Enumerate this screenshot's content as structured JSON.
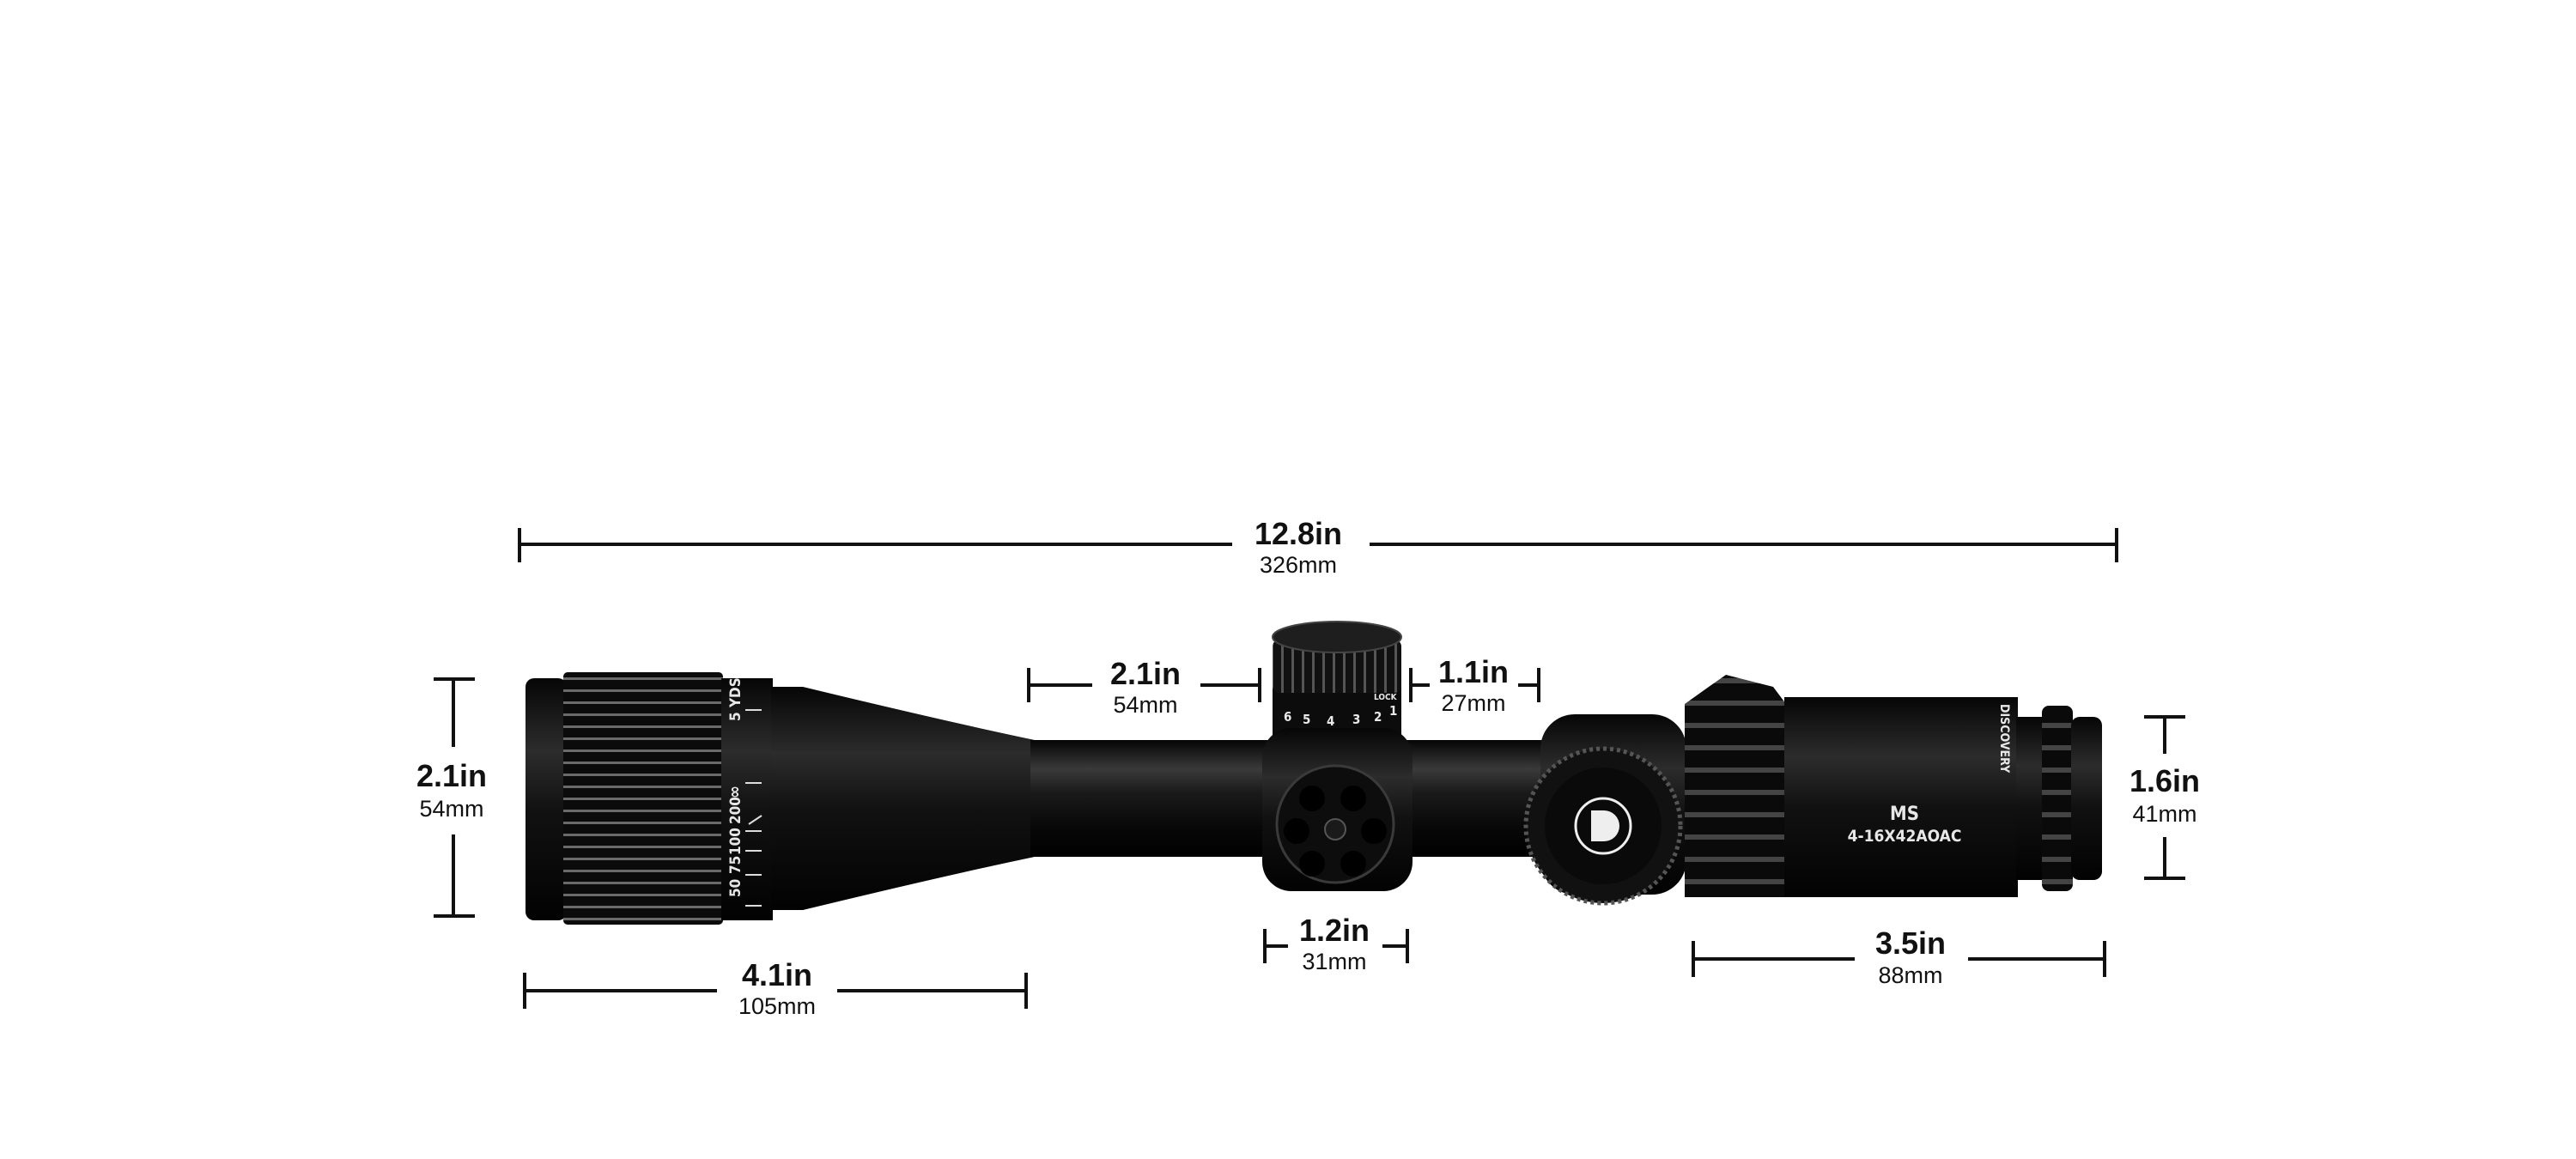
{
  "dimensions": {
    "overall_length": {
      "in": "12.8in",
      "mm": "326mm"
    },
    "objective_height": {
      "in": "2.1in",
      "mm": "54mm"
    },
    "objective_length": {
      "in": "4.1in",
      "mm": "105mm"
    },
    "front_tube_length": {
      "in": "2.1in",
      "mm": "54mm"
    },
    "rear_tube_length": {
      "in": "1.1in",
      "mm": "27mm"
    },
    "turret_width": {
      "in": "1.2in",
      "mm": "31mm"
    },
    "eyepiece_length": {
      "in": "3.5in",
      "mm": "88mm"
    },
    "eyepiece_height": {
      "in": "1.6in",
      "mm": "41mm"
    }
  },
  "scope": {
    "model_line": "MS",
    "model_name": "4-16X42AOAC",
    "brand": "DISCOVERY",
    "parallax_scale": [
      "5 YDS",
      "∞",
      "200",
      "100",
      "75",
      "50"
    ],
    "turret_scale": [
      "6",
      "5",
      "4",
      "3",
      "2",
      "1"
    ],
    "turret_lock_label": "LOCK",
    "colors": {
      "body": "#0d0d0d",
      "background": "#ffffff",
      "marking": "#e8e8e8"
    }
  }
}
